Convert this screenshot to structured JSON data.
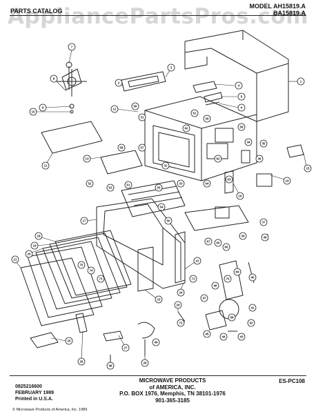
{
  "watermark": "AppliancePartsPros.com",
  "header": {
    "catalog_label": "PARTS CATALOG",
    "model_line_1": "MODEL AH15819.A",
    "model_line_2": "BA15819.A"
  },
  "footer": {
    "part_number": "0825216600",
    "date": "FEBRUARY 1989",
    "printed": "Printed in U.S.A.",
    "company_line_1": "MICROWAVE PRODUCTS",
    "company_line_2": "of AMERICA, INC.",
    "company_line_3": "P.O. BOX 1976, Memphis, TN 38101-1976",
    "company_line_4": "901-365-3185",
    "doc_code": "ES-PC108",
    "copyright": "© Microwave Products of America, Inc. 1989"
  },
  "callouts": [
    "1",
    "2",
    "3",
    "4",
    "5",
    "6",
    "7",
    "8",
    "9",
    "10",
    "11",
    "12",
    "13",
    "14",
    "15",
    "16",
    "17",
    "18",
    "19",
    "20",
    "21",
    "22",
    "23",
    "24",
    "25",
    "26",
    "27",
    "28",
    "29",
    "30",
    "31",
    "32",
    "33",
    "34",
    "35",
    "36",
    "37",
    "38",
    "39",
    "40",
    "41",
    "42",
    "43",
    "44",
    "45",
    "46",
    "47",
    "48",
    "49",
    "50",
    "51",
    "52",
    "53",
    "54",
    "55",
    "56",
    "57",
    "58",
    "59",
    "60",
    "61",
    "62",
    "63",
    "64",
    "65",
    "66",
    "67",
    "68",
    "69",
    "70",
    "71",
    "72",
    "73",
    "74",
    "75"
  ]
}
